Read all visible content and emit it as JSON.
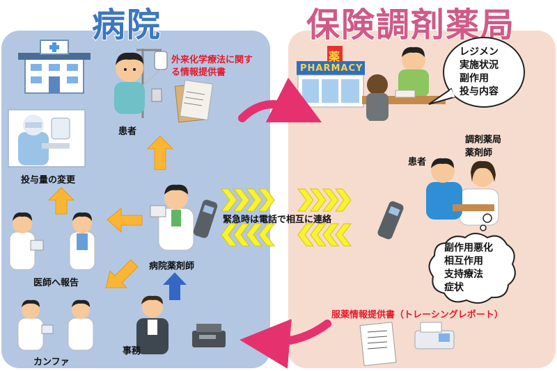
{
  "titles": {
    "hospital": "病院",
    "pharmacy": "保険調剤薬局"
  },
  "hospital": {
    "patient_label": "患者",
    "document_label": "外来化学療法に関する情報提供書",
    "dose_change_label": "投与量の変更",
    "report_label": "医師へ報告",
    "conference_label": "カンファ",
    "pharmacist_label": "病院薬剤師",
    "office_label": "事務"
  },
  "pharmacy": {
    "sign_text": "PHARMACY",
    "sign_kanji": "薬",
    "bubble_top": [
      "レジメン",
      "実施状況",
      "副作用",
      "投与内容"
    ],
    "pharmacist_label": "調剤薬局\n薬剤師",
    "patient_label": "患者",
    "bubble_bottom": [
      "副作用悪化",
      "相互作用",
      "支持療法",
      "症状"
    ],
    "report_label": "服薬情報提供書（トレーシングレポート）"
  },
  "emergency_label": "緊急時は電話で相互に連絡",
  "colors": {
    "hospital_panel": "#b3c7e3",
    "pharmacy_panel": "#f6dccf",
    "hospital_title": "#3a78c0",
    "pharmacy_title": "#d05a86",
    "orange_arrow": "#fbb535",
    "blue_arrow": "#3566c6",
    "magenta_arrow": "#e5326f",
    "chevron": "#f7f332",
    "red_text": "#e6192b"
  }
}
